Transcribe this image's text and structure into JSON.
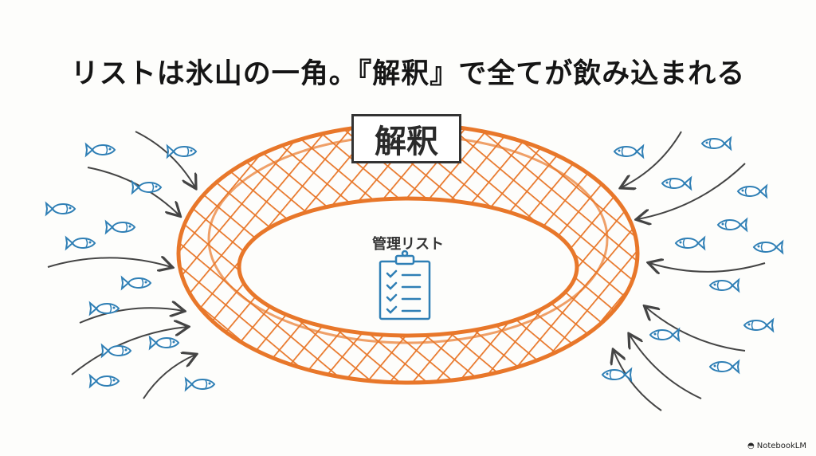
{
  "title": "リストは氷山の一角。『解釈』で全てが飲み込まれる",
  "net_label": "解釈",
  "center_label": "管理リスト",
  "center_icon": "clipboard-checklist-icon",
  "brand": "NotebookLM",
  "colors": {
    "net": "#e8772a",
    "fish": "#2f7fb5",
    "arrow": "#444444",
    "text": "#151515"
  }
}
